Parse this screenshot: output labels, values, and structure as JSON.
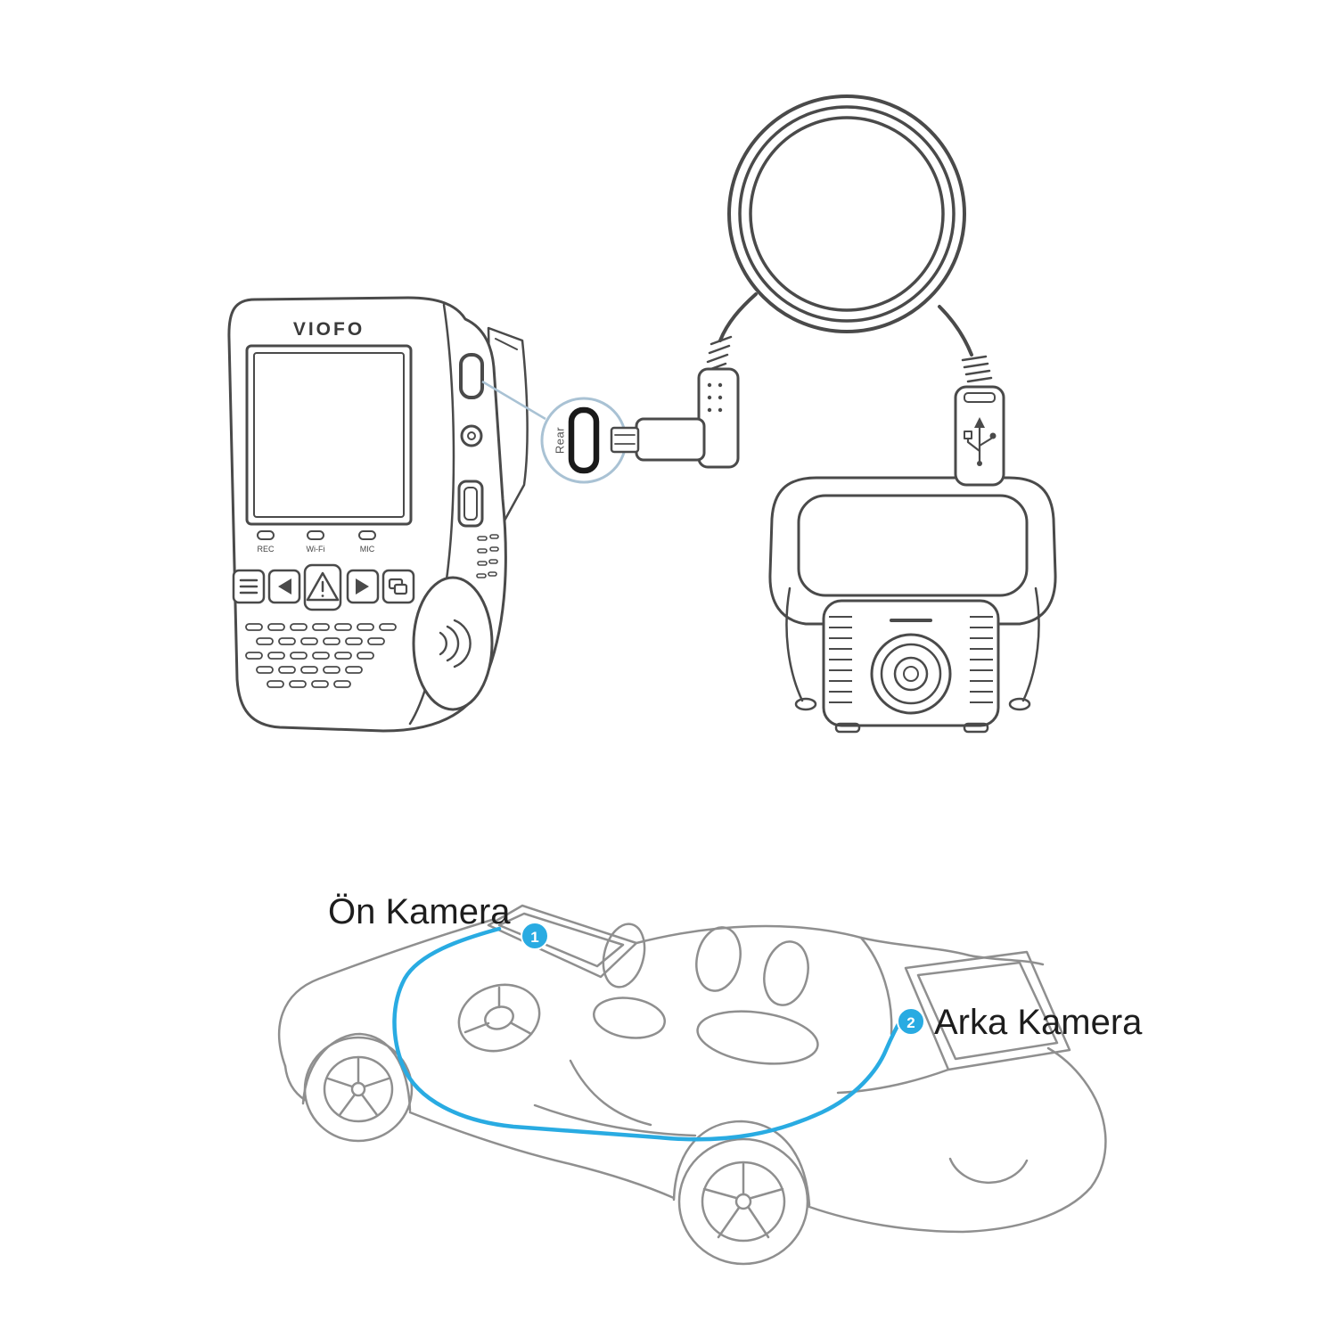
{
  "colors": {
    "accent": "#29abe2",
    "line": "#4a4a4a",
    "car_line": "#8f8f8f",
    "callout": "#a9c2d4"
  },
  "front_camera_unit": {
    "brand": "VIOFO",
    "indicator_labels": [
      "REC",
      "Wi-Fi",
      "MIC"
    ],
    "port_label": "Rear"
  },
  "car_diagram": {
    "front_label": {
      "marker": "1",
      "text": "Ön Kamera"
    },
    "rear_label": {
      "marker": "2",
      "text": "Arka Kamera"
    }
  }
}
